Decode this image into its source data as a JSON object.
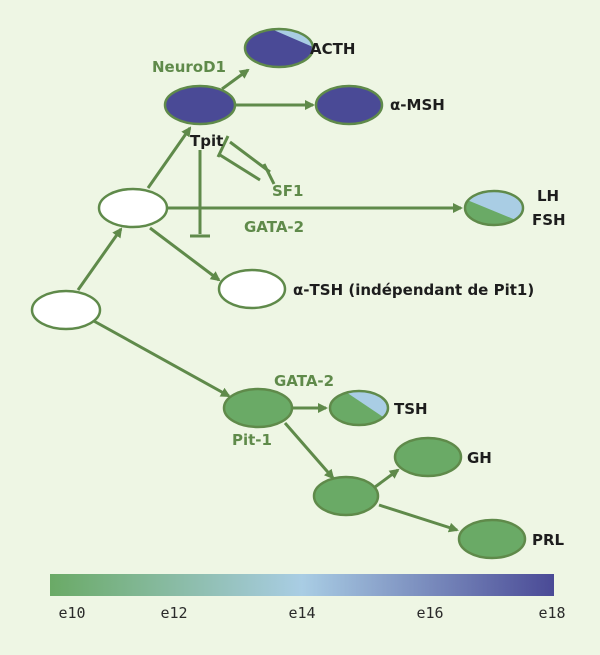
{
  "colors": {
    "background": "#eef6e4",
    "arrow": "#5f8a4a",
    "corticotroph": "#4a4a96",
    "pit1_lineage": "#6aaa66",
    "light_blue": "#a9cde4",
    "undifferentiated": "#ffffff"
  },
  "labels": {
    "neurod1": "NeuroD1",
    "tpit": "Tpit",
    "sf1": "SF1",
    "gata2_top": "GATA-2",
    "gata2_bottom": "GATA-2",
    "pit1": "Pit-1"
  },
  "targets": {
    "acth": "ACTH",
    "amsh": "α-MSH",
    "lh": "LH",
    "fsh": "FSH",
    "atsh": "α-TSH (indépendant de Pit1)",
    "tsh": "TSH",
    "gh": "GH",
    "prl": "PRL"
  },
  "timeline": {
    "ticks": [
      "e10",
      "e12",
      "e14",
      "e16",
      "e18"
    ],
    "gradient_colors": [
      "#6aaa66",
      "#a9cde4",
      "#4a4a96"
    ]
  }
}
